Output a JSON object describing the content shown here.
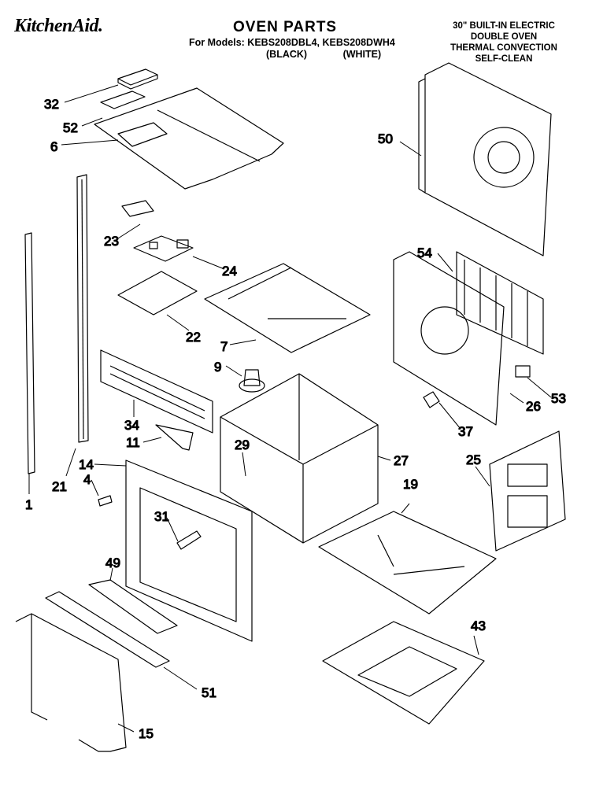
{
  "header": {
    "brand": "KitchenAid.",
    "title": "OVEN PARTS",
    "models_line": "For Models: KEBS208DBL4, KEBS208DWH4",
    "color_black": "(BLACK)",
    "color_white": "(WHITE)",
    "description": [
      "30\" BUILT-IN ELECTRIC",
      "DOUBLE OVEN",
      "THERMAL CONVECTION",
      "SELF-CLEAN"
    ]
  },
  "callouts": {
    "p32": "32",
    "p52": "52",
    "p6": "6",
    "p50": "50",
    "p23": "23",
    "p24": "24",
    "p54": "54",
    "p22": "22",
    "p7": "7",
    "p9": "9",
    "p53": "53",
    "p26": "26",
    "p34": "34",
    "p37": "37",
    "p11": "11",
    "p29": "29",
    "p27": "27",
    "p14": "14",
    "p25": "25",
    "p4": "4",
    "p21": "21",
    "p19": "19",
    "p1": "1",
    "p31": "31",
    "p49": "49",
    "p43": "43",
    "p51": "51",
    "p15": "15"
  }
}
